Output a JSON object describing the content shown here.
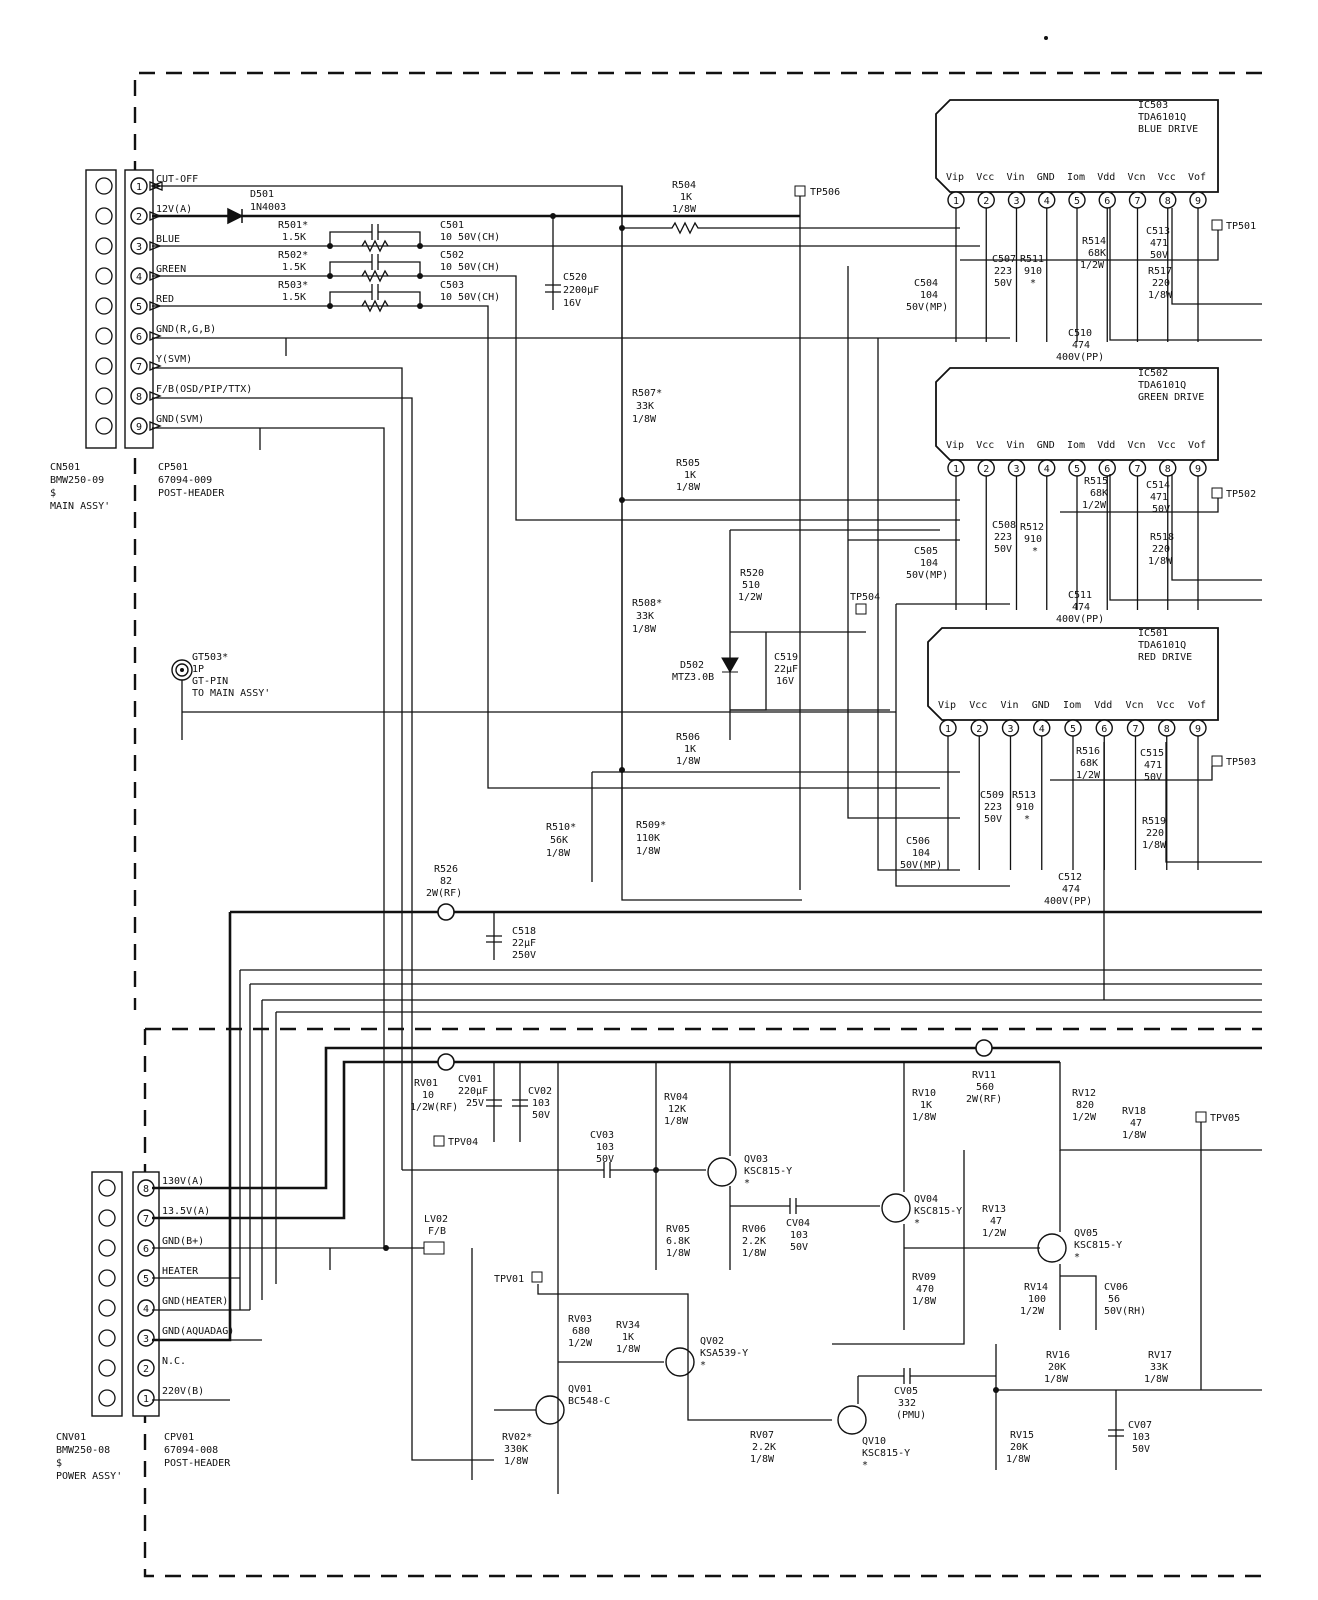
{
  "connectors": {
    "cn501": {
      "ref": "CN501",
      "part": "BMW250-09",
      "note": "$",
      "assy": "MAIN ASSY'"
    },
    "cp501": {
      "ref": "CP501",
      "part": "67094-009",
      "type": "POST-HEADER"
    },
    "cnv01": {
      "ref": "CNV01",
      "part": "BMW250-08",
      "note": "$",
      "assy": "POWER ASSY'"
    },
    "cpv01": {
      "ref": "CPV01",
      "part": "67094-008",
      "type": "POST-HEADER"
    }
  },
  "cp501_pins": [
    {
      "num": "1",
      "label": "CUT-OFF"
    },
    {
      "num": "2",
      "label": "12V(A)"
    },
    {
      "num": "3",
      "label": "BLUE"
    },
    {
      "num": "4",
      "label": "GREEN"
    },
    {
      "num": "5",
      "label": "RED"
    },
    {
      "num": "6",
      "label": "GND(R,G,B)"
    },
    {
      "num": "7",
      "label": "Y(SVM)"
    },
    {
      "num": "8",
      "label": "F/B(OSD/PIP/TTX)"
    },
    {
      "num": "9",
      "label": "GND(SVM)"
    }
  ],
  "cpv01_pins": [
    {
      "num": "8",
      "label": "130V(A)"
    },
    {
      "num": "7",
      "label": "13.5V(A)"
    },
    {
      "num": "6",
      "label": "GND(B+)"
    },
    {
      "num": "5",
      "label": "HEATER"
    },
    {
      "num": "4",
      "label": "GND(HEATER)"
    },
    {
      "num": "3",
      "label": "GND(AQUADAG)"
    },
    {
      "num": "2",
      "label": "N.C."
    },
    {
      "num": "1",
      "label": "220V(B)"
    }
  ],
  "ics": [
    {
      "ref": "IC503",
      "part": "TDA6101Q",
      "func": "BLUE DRIVE"
    },
    {
      "ref": "IC502",
      "part": "TDA6101Q",
      "func": "GREEN DRIVE"
    },
    {
      "ref": "IC501",
      "part": "TDA6101Q",
      "func": "RED DRIVE"
    }
  ],
  "ic_pins": [
    "Vip",
    "Vcc",
    "Vin",
    "GND",
    "Iom",
    "Vdd",
    "Vcn",
    "Vcc",
    "Vof"
  ],
  "ic_pin_numbers": [
    "1",
    "2",
    "3",
    "4",
    "5",
    "6",
    "7",
    "8",
    "9"
  ],
  "components": {
    "d501": [
      "D501",
      "1N4003"
    ],
    "r501": [
      "R501*",
      "1.5K"
    ],
    "r502": [
      "R502*",
      "1.5K"
    ],
    "r503": [
      "R503*",
      "1.5K"
    ],
    "c501": [
      "C501",
      "10 50V(CH)"
    ],
    "c502": [
      "C502",
      "10 50V(CH)"
    ],
    "c503": [
      "C503",
      "10 50V(CH)"
    ],
    "c520": [
      "C520",
      "2200µF",
      "16V"
    ],
    "r504": [
      "R504",
      "1K",
      "1/8W"
    ],
    "r505": [
      "R505",
      "1K",
      "1/8W"
    ],
    "r506": [
      "R506",
      "1K",
      "1/8W"
    ],
    "r507": [
      "R507*",
      "33K",
      "1/8W"
    ],
    "r508": [
      "R508*",
      "33K",
      "1/8W"
    ],
    "r509": [
      "R509*",
      "110K",
      "1/8W"
    ],
    "r510": [
      "R510*",
      "56K",
      "1/8W"
    ],
    "r520": [
      "R520",
      "510",
      "1/2W"
    ],
    "c519": [
      "C519",
      "22µF",
      "16V"
    ],
    "d502": [
      "D502",
      "MTZ3.0B"
    ],
    "r514": [
      "R514",
      "68K",
      "1/2W"
    ],
    "r515": [
      "R515",
      "68K",
      "1/2W"
    ],
    "r516": [
      "R516",
      "68K",
      "1/2W"
    ],
    "c513": [
      "C513",
      "471",
      "50V"
    ],
    "c514": [
      "C514",
      "471",
      "50V"
    ],
    "c515": [
      "C515",
      "471",
      "50V"
    ],
    "r517": [
      "R517",
      "220",
      "1/8W"
    ],
    "r518": [
      "R518",
      "220",
      "1/8W"
    ],
    "r519": [
      "R519",
      "220",
      "1/8W"
    ],
    "c507": [
      "C507",
      "223",
      "50V"
    ],
    "c508": [
      "C508",
      "223",
      "50V"
    ],
    "c509": [
      "C509",
      "223",
      "50V"
    ],
    "r511": [
      "R511",
      "910",
      "*"
    ],
    "r512": [
      "R512",
      "910",
      "*"
    ],
    "r513": [
      "R513",
      "910",
      "*"
    ],
    "c504": [
      "C504",
      "104",
      "50V(MP)"
    ],
    "c505": [
      "C505",
      "104",
      "50V(MP)"
    ],
    "c506": [
      "C506",
      "104",
      "50V(MP)"
    ],
    "c510": [
      "C510",
      "474",
      "400V(PP)"
    ],
    "c511": [
      "C511",
      "474",
      "400V(PP)"
    ],
    "c512": [
      "C512",
      "474",
      "400V(PP)"
    ],
    "gt503": [
      "GT503*",
      "1P",
      "GT-PIN",
      "TO MAIN ASSY'"
    ],
    "r526": [
      "R526",
      "82",
      "2W(RF)"
    ],
    "c518": [
      "C518",
      "22µF",
      "250V"
    ],
    "rv01": [
      "RV01",
      "10",
      "1/2W(RF)"
    ],
    "cv01": [
      "CV01",
      "220µF",
      "25V"
    ],
    "cv02": [
      "CV02",
      "103",
      "50V"
    ],
    "rv04": [
      "RV04",
      "12K",
      "1/8W"
    ],
    "cv03": [
      "CV03",
      "103",
      "50V"
    ],
    "rv05": [
      "RV05",
      "6.8K",
      "1/8W"
    ],
    "qv03": [
      "QV03",
      "KSC815-Y",
      "*"
    ],
    "rv06": [
      "RV06",
      "2.2K",
      "1/8W"
    ],
    "cv04": [
      "CV04",
      "103",
      "50V"
    ],
    "qv04": [
      "QV04",
      "KSC815-Y",
      "*"
    ],
    "rv09": [
      "RV09",
      "470",
      "1/8W"
    ],
    "rv10": [
      "RV10",
      "1K",
      "1/8W"
    ],
    "rv11": [
      "RV11",
      "560",
      "2W(RF)"
    ],
    "rv12": [
      "RV12",
      "820",
      "1/2W"
    ],
    "rv18": [
      "RV18",
      "47",
      "1/8W"
    ],
    "rv13": [
      "RV13",
      "47",
      "1/2W"
    ],
    "qv05": [
      "QV05",
      "KSC815-Y",
      "*"
    ],
    "rv14": [
      "RV14",
      "100",
      "1/2W"
    ],
    "cv06": [
      "CV06",
      "56",
      "50V(RH)"
    ],
    "lv02": [
      "LV02",
      "F/B"
    ],
    "rv03": [
      "RV03",
      "680",
      "1/2W"
    ],
    "rv34": [
      "RV34",
      "1K",
      "1/8W"
    ],
    "qv02": [
      "QV02",
      "KSA539-Y",
      "*"
    ],
    "qv01": [
      "QV01",
      "BC548-C"
    ],
    "rv02": [
      "RV02*",
      "330K",
      "1/8W"
    ],
    "rv07": [
      "RV07",
      "2.2K",
      "1/8W"
    ],
    "cv05": [
      "CV05",
      "332",
      "(PMU)"
    ],
    "qv10": [
      "QV10",
      "KSC815-Y",
      "*"
    ],
    "rv15": [
      "RV15",
      "20K",
      "1/8W"
    ],
    "rv16": [
      "RV16",
      "20K",
      "1/8W"
    ],
    "rv17": [
      "RV17",
      "33K",
      "1/8W"
    ],
    "cv07": [
      "CV07",
      "103",
      "50V"
    ]
  },
  "test_points": {
    "tp506": "TP506",
    "tp501": "TP501",
    "tp502": "TP502",
    "tp503": "TP503",
    "tp504": "TP504",
    "tpv04": "TPV04",
    "tpv01": "TPV01",
    "tpv05": "TPV05"
  },
  "colors": {
    "ink": "#111111",
    "paper": "#ffffff"
  }
}
